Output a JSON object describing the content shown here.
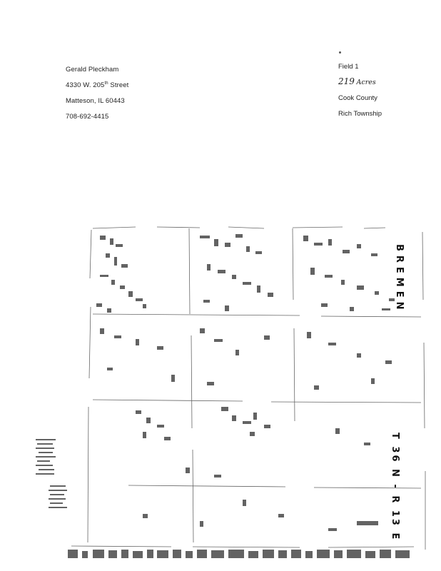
{
  "owner": {
    "name": "Gerald Pleckham",
    "street_prefix": "4330 W. 205",
    "street_sup": "th",
    "street_suffix": " Street",
    "city": "Matteson, IL 60443",
    "phone": "708-692-4415"
  },
  "field": {
    "label": "Field 1",
    "acres_number": "219",
    "acres_word": "Acres",
    "county": "Cook County",
    "township": "Rich Township"
  },
  "map": {
    "township_name": "BREMEN",
    "range": "T 36 N - R 13 E"
  }
}
